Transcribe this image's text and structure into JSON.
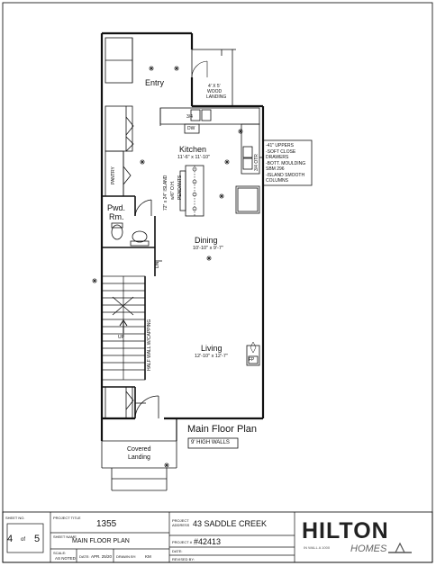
{
  "plan": {
    "title": "Main Floor Plan",
    "wall_height": "9' HIGH WALLS",
    "rooms": {
      "entry": "Entry",
      "landing_dim": "4' X 5'",
      "landing_label": "WOOD",
      "landing_label2": "LANDING",
      "kitchen": "Kitchen",
      "kitchen_dim": "11'-6\" x 11'-10\"",
      "dining": "Dining",
      "dining_dim": "10'-10\" x 9'-7\"",
      "living": "Living",
      "living_dim": "12'-10\" x 12'-7\"",
      "pwd1": "Pwd.",
      "pwd2": "Rm.",
      "covered1": "Covered",
      "covered2": "Landing"
    },
    "annotations": {
      "pantry": "PANTRY",
      "island": "72\" x 24\" ISLAND",
      "island2": "w/6\" O.H.",
      "pendants": "PENDANTS",
      "half_wall": "HALF WALL W/CAPPING",
      "dw": "DW",
      "sink_dim": "3/4",
      "otr": "3/4 OTR",
      "up": "UP",
      "dn": "DN",
      "fp": "FP",
      "notes": [
        "-41\" UPPERS",
        "-SOFT CLOSE",
        "DRAWERS",
        "-BOTT. MOULDING",
        "SBM 296",
        "-ISLAND SMOOTH",
        "COLUMNS"
      ]
    }
  },
  "title_block": {
    "sheet_no_label": "SHEET NO.",
    "sheet_no": "4",
    "of_label": "of",
    "sheet_total": "5",
    "project_title_label": "PROJECT TITLE",
    "project_title": "1355",
    "sheet_name_label": "SHEET NAME",
    "sheet_name": "MAIN FLOOR PLAN",
    "scale_label": "SCALE:",
    "scale": "AS NOTED",
    "date_label": "DATE:",
    "date": "APR. 25/20",
    "drawn_label": "DRAWN BY:",
    "drawn": "KM",
    "address_label": "PROJECT ADDRESS",
    "address": "43 SADDLE CREEK",
    "project_no_label": "PROJECT #",
    "project_no": "#42413",
    "date2_label": "DATE:",
    "revised_label": "REVISED BY:",
    "company": "HILTON",
    "company_sub": "HOMES",
    "company_tag": "IN WALL A 1000"
  }
}
